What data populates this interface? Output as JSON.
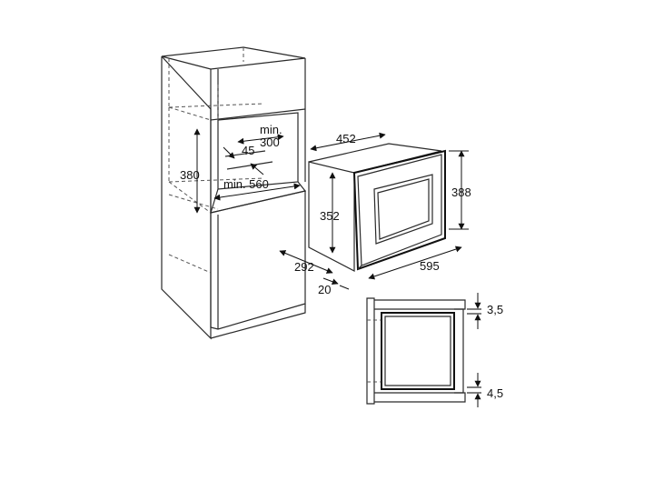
{
  "dimensions": {
    "cabinet_niche_width": "min. 560",
    "cabinet_niche_depth_label": "min.",
    "cabinet_niche_depth_value": "300",
    "cabinet_vent_gap": "45",
    "cabinet_niche_height": "380",
    "oven_depth": "452",
    "oven_body_height": "352",
    "oven_front_height": "388",
    "oven_width": "595",
    "oven_side_depth": "292",
    "oven_front_offset": "20",
    "section_top_gap": "3,5",
    "section_bottom_gap": "4,5"
  }
}
